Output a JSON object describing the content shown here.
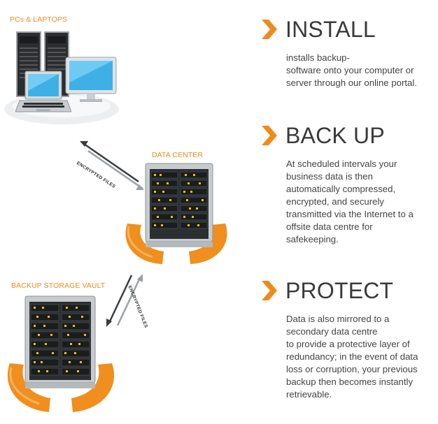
{
  "diagram": {
    "pcs_label": "PCs & LAPTOPS",
    "data_center_label": "DATA CENTER",
    "vault_label": "BACKUP STORAGE VAULT",
    "flow_label_top": "ENCRYPTED FILES",
    "flow_label_bottom": "ENCRYPTED FILES"
  },
  "steps": [
    {
      "title": "INSTALL",
      "lines": [
        "installs backup-",
        "software onto your computer or",
        "server through our online portal."
      ]
    },
    {
      "title": "BACK UP",
      "lines": [
        "At scheduled intervals your",
        "business data is then",
        "automatically compressed,",
        "encrypted, and securely",
        "transmitted via the Internet to a",
        "offsite data centre for",
        "safekeeping."
      ]
    },
    {
      "title": "PROTECT",
      "lines": [
        "Data is also mirrored to a",
        "secondary  data centre",
        "to provide a protective layer of",
        "redundancy; in the event of data",
        "loss or corruption, your previous",
        "backup then becomes instantly",
        "retrievable."
      ]
    }
  ],
  "colors": {
    "accent": "#ee8a1c",
    "text": "#444444",
    "heading": "#3a3a3a"
  },
  "icons": [
    "chevron-right-icon",
    "computer-icon",
    "laptop-icon",
    "server-rack-icon",
    "double-arrow-icon"
  ]
}
